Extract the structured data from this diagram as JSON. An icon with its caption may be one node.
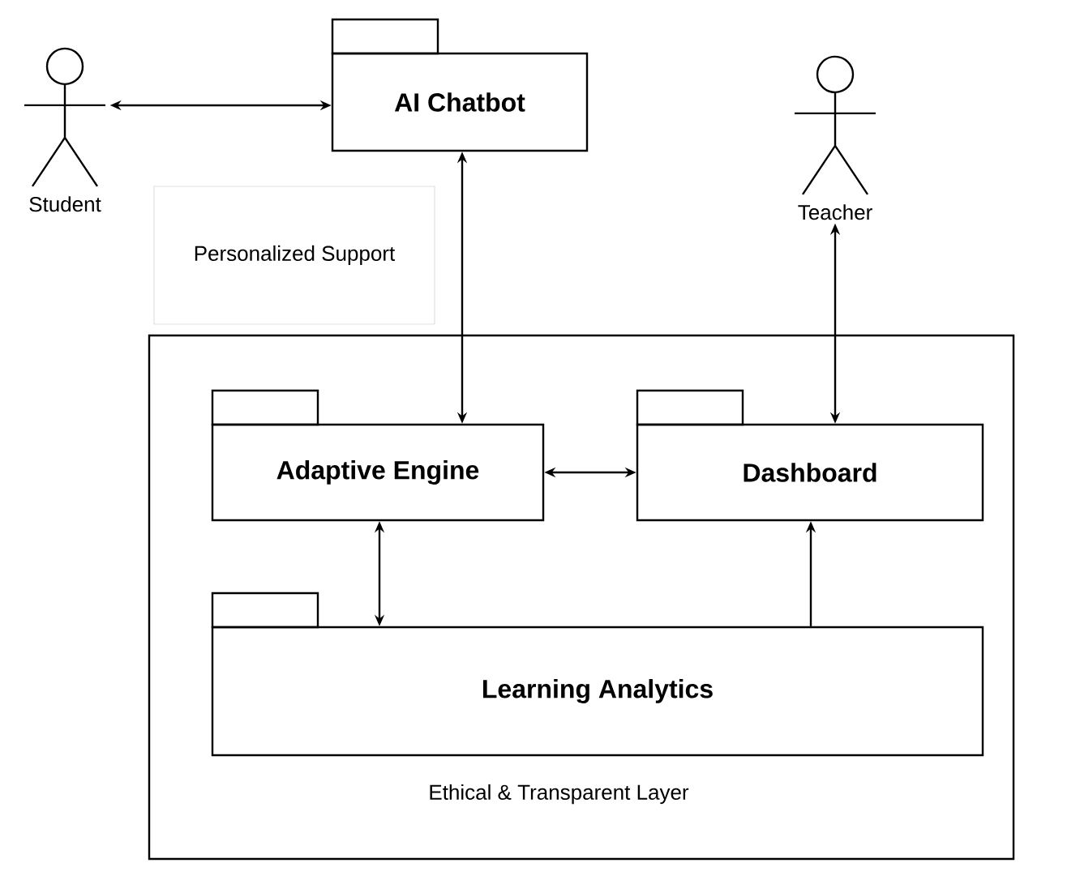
{
  "diagram": {
    "nodes": [
      {
        "text": [
          "Student"
        ]
      },
      {
        "text": [
          "AI Chatbot"
        ]
      },
      {
        "text": [
          "Personalized Support"
        ]
      },
      {
        "text": [
          "Teacher"
        ]
      },
      {
        "text": [
          "Ethical & Transparent Layer"
        ]
      },
      {
        "text": [
          "Adaptive Engine"
        ],
        "in": 4
      },
      {
        "text": [
          "Dashboard"
        ],
        "in": 4
      },
      {
        "text": [
          "Learning Analytics"
        ],
        "in": 4
      }
    ],
    "edges": [
      {
        "from": 0,
        "to": 1,
        "arrow": "both"
      },
      {
        "from": 1,
        "to": 5,
        "arrow": "both"
      },
      {
        "from": 3,
        "to": 6,
        "arrow": "both"
      },
      {
        "from": 5,
        "to": 6,
        "arrow": "both"
      },
      {
        "from": 5,
        "to": 7,
        "arrow": "both"
      },
      {
        "from": 7,
        "to": 6,
        "arrow": "to"
      }
    ]
  }
}
